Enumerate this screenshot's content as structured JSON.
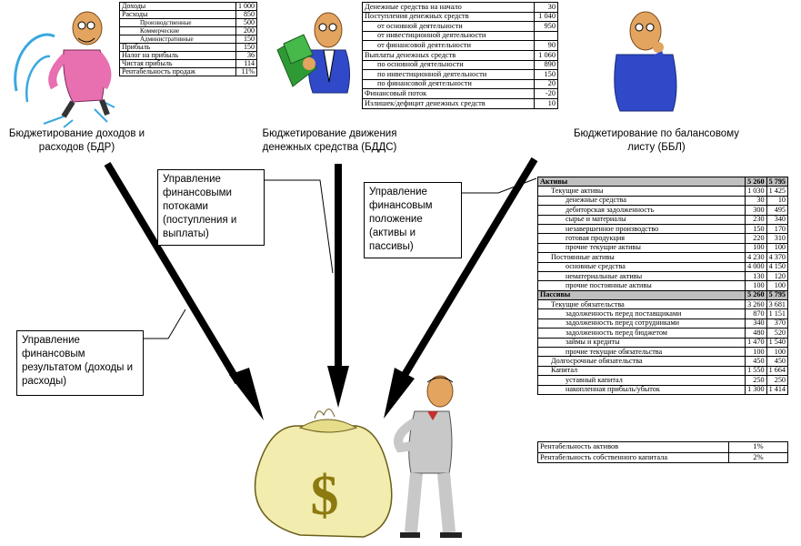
{
  "captions": {
    "bdr": "Бюджетирование доходов и расходов (БДР)",
    "bdds": "Бюджетирование движения денежных средства (БДДС)",
    "bbl": "Бюджетирование по балансовому листу (ББЛ)"
  },
  "boxes": {
    "financial_result": "Управление финансовым результатом (доходы и расходы)",
    "financial_flows": "Управление финансовыми потоками (поступления и выплаты)",
    "financial_position": "Управление финансовым положение (активы и пассивы)"
  },
  "bdr_table": [
    {
      "label": "Доходы",
      "value": "1 000",
      "level": 0
    },
    {
      "label": "Расходы",
      "value": "850",
      "level": 0
    },
    {
      "label": "Производственные",
      "value": "500",
      "level": 1
    },
    {
      "label": "Коммерческие",
      "value": "200",
      "level": 1
    },
    {
      "label": "Административные",
      "value": "150",
      "level": 1
    },
    {
      "label": "Прибыль",
      "value": "150",
      "level": 0
    },
    {
      "label": "Налог на прибыль",
      "value": "36",
      "level": 0
    },
    {
      "label": "Чистая прибыль",
      "value": "114",
      "level": 0
    },
    {
      "label": "Рентабельность продаж",
      "value": "11%",
      "level": 0
    }
  ],
  "bdds_table": [
    {
      "label": "Денежные средства на начало",
      "value": "30",
      "level": 0
    },
    {
      "label": "Поступления денежных средств",
      "value": "1 040",
      "level": 0
    },
    {
      "label": "от основной деятельности",
      "value": "950",
      "level": 1
    },
    {
      "label": "от инвестиционной деятельности",
      "value": "",
      "level": 1
    },
    {
      "label": "от финансовой деятельности",
      "value": "90",
      "level": 1
    },
    {
      "label": "Выплаты денежных средств",
      "value": "1 060",
      "level": 0
    },
    {
      "label": "по основной деятельности",
      "value": "890",
      "level": 1
    },
    {
      "label": "по инвестиционной деятельности",
      "value": "150",
      "level": 1
    },
    {
      "label": "по финансовой деятельности",
      "value": "20",
      "level": 1
    },
    {
      "label": "Финансовый поток",
      "value": "-20",
      "level": 0
    },
    {
      "label": "Излишек/дефицит денежных средств",
      "value": "10",
      "level": 0
    }
  ],
  "bbl_table": [
    {
      "label": "Активы",
      "v1": "5 260",
      "v2": "5 795",
      "level": 0,
      "header": true
    },
    {
      "label": "Текущие активы",
      "v1": "1 030",
      "v2": "1 425",
      "level": 1
    },
    {
      "label": "денежные средства",
      "v1": "30",
      "v2": "10",
      "level": 2
    },
    {
      "label": "дебиторская задолженность",
      "v1": "300",
      "v2": "495",
      "level": 2
    },
    {
      "label": "сырье и материалы",
      "v1": "230",
      "v2": "340",
      "level": 2
    },
    {
      "label": "незавершенное производство",
      "v1": "150",
      "v2": "170",
      "level": 2
    },
    {
      "label": "готовая продукция",
      "v1": "220",
      "v2": "310",
      "level": 2
    },
    {
      "label": "прочие текущие активы",
      "v1": "100",
      "v2": "100",
      "level": 2
    },
    {
      "label": "Постоянные активы",
      "v1": "4 230",
      "v2": "4 370",
      "level": 1
    },
    {
      "label": "основные средства",
      "v1": "4 000",
      "v2": "4 150",
      "level": 2
    },
    {
      "label": "нематериальные активы",
      "v1": "130",
      "v2": "120",
      "level": 2
    },
    {
      "label": "прочие постоянные активы",
      "v1": "100",
      "v2": "100",
      "level": 2
    },
    {
      "label": "Пассивы",
      "v1": "5 260",
      "v2": "5 795",
      "level": 0,
      "header": true
    },
    {
      "label": "Текущие обязательства",
      "v1": "3 260",
      "v2": "3 681",
      "level": 1
    },
    {
      "label": "задолженность перед поставщиками",
      "v1": "870",
      "v2": "1 151",
      "level": 2
    },
    {
      "label": "задолженность перед сотрудниками",
      "v1": "340",
      "v2": "370",
      "level": 2
    },
    {
      "label": "задолженность перед бюджетом",
      "v1": "480",
      "v2": "520",
      "level": 2
    },
    {
      "label": "займы и кредиты",
      "v1": "1 470",
      "v2": "1 540",
      "level": 2
    },
    {
      "label": "прочие текущие обязательства",
      "v1": "100",
      "v2": "100",
      "level": 2
    },
    {
      "label": "Долгосрочные обязательства",
      "v1": "450",
      "v2": "450",
      "level": 1
    },
    {
      "label": "Капитал",
      "v1": "1 550",
      "v2": "1 664",
      "level": 1
    },
    {
      "label": "уставный капитал",
      "v1": "250",
      "v2": "250",
      "level": 2
    },
    {
      "label": "накопленная прибыль/убыток",
      "v1": "1 300",
      "v2": "1 414",
      "level": 2
    }
  ],
  "rent_table": [
    {
      "label": "Рентабельность активов",
      "value": "1%"
    },
    {
      "label": "Рентабельность собственного капитала",
      "value": "2%"
    }
  ],
  "illustrations": {
    "dollar_sign": "$"
  },
  "colors": {
    "arrow": "#000000",
    "box_border": "#000000",
    "header_fill": "#bfbfbf",
    "bag": "#f2ecae",
    "dollar": "#8c7a10",
    "money": "#2e9a35",
    "shirt_pink": "#e86fb0",
    "shirt_blue": "#2f49c8",
    "suit_grey": "#c8c8c8",
    "skin": "#e3a45f"
  }
}
